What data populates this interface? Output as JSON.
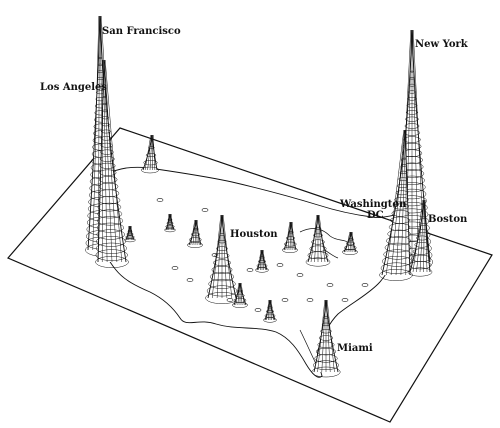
{
  "map": {
    "labels": {
      "san_francisco": "San Francisco",
      "los_angeles": "Los Angeles",
      "new_york": "New York",
      "washington": "Washington",
      "dc": "DC",
      "boston": "Boston",
      "houston": "Houston",
      "miami": "Miami"
    },
    "ink_color": "#111111",
    "paper_color": "#ffffff"
  }
}
